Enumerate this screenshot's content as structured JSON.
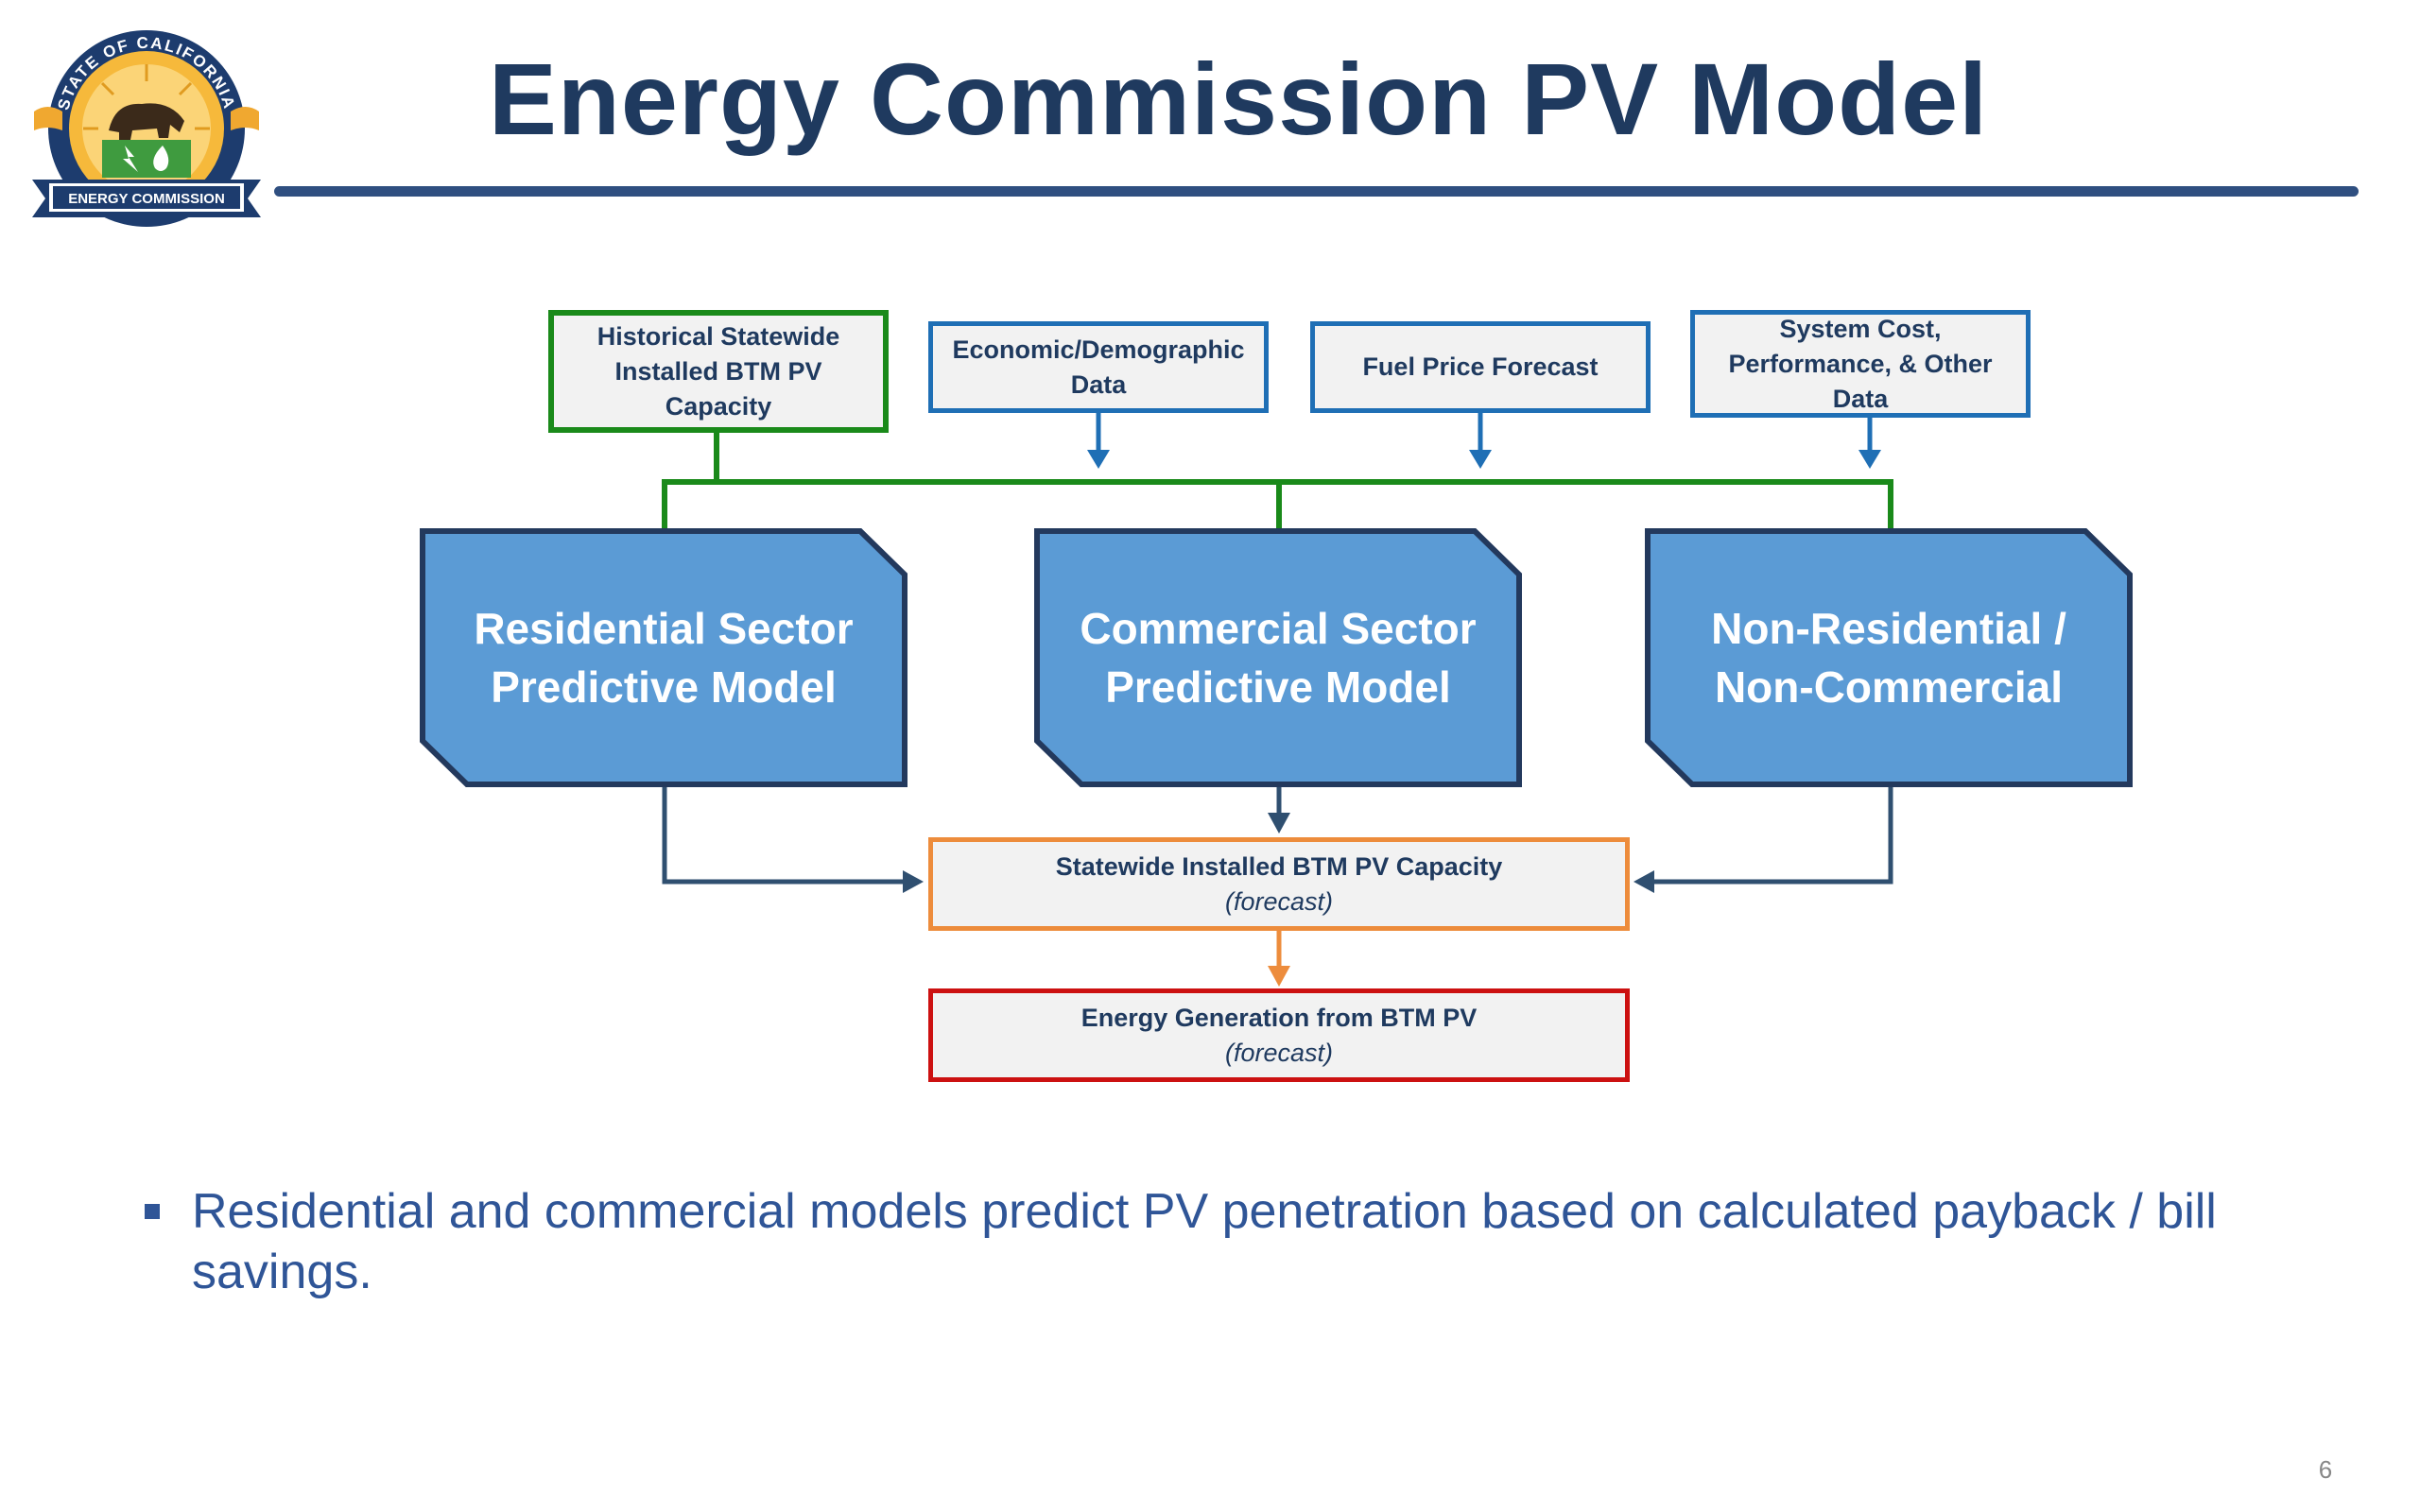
{
  "slide": {
    "title": "Energy Commission PV Model",
    "page_number": "6",
    "logo": {
      "ring_text": "STATE OF CALIFORNIA",
      "banner_text": "ENERGY COMMISSION",
      "colors": {
        "navy": "#1d3c6e",
        "gold": "#f0a830",
        "green": "#3f9b3f"
      }
    }
  },
  "diagram": {
    "inputs": [
      {
        "label": "Historical Statewide Installed BTM PV Capacity",
        "border": "#1a8a1a"
      },
      {
        "label": "Economic/Demographic Data",
        "border": "#1f6fb5"
      },
      {
        "label": "Fuel Price Forecast",
        "border": "#1f6fb5"
      },
      {
        "label": "System Cost, Performance, & Other Data",
        "border": "#1f6fb5"
      }
    ],
    "models": [
      {
        "line1": "Residential Sector",
        "line2": "Predictive Model"
      },
      {
        "line1": "Commercial Sector",
        "line2": "Predictive Model"
      },
      {
        "line1": "Non-Residential /",
        "line2": "Non-Commercial"
      }
    ],
    "outputs": [
      {
        "label": "Statewide Installed BTM PV Capacity",
        "note": "(forecast)",
        "border": "#ed8c3c"
      },
      {
        "label": "Energy Generation from BTM PV",
        "note": "(forecast)",
        "border": "#cc1111"
      }
    ],
    "colors": {
      "model_fill": "#5b9bd5",
      "model_border": "#23395d",
      "green_connector": "#1a8a1a",
      "blue_connector": "#1f6fb5",
      "navy_connector": "#2f4f70",
      "orange_connector": "#ed8c3c"
    }
  },
  "bullets": [
    "Residential and commercial models predict PV penetration based on calculated payback / bill savings."
  ]
}
